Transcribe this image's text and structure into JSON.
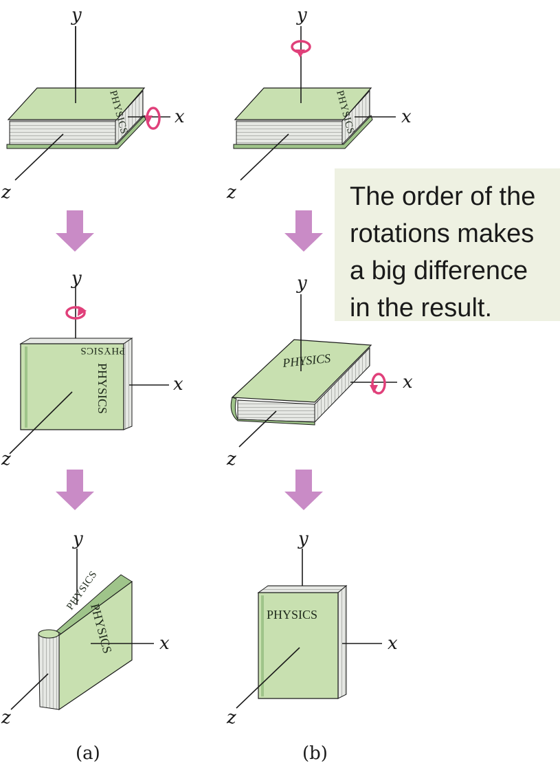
{
  "callout": {
    "lines": [
      "The order of the",
      "rotations makes",
      "a big difference",
      "in the result."
    ],
    "background": "#eef1e2"
  },
  "axes": {
    "x": "x",
    "y": "y",
    "z": "z"
  },
  "book_title": "PHYSICS",
  "panels": {
    "a": "(a)",
    "b": "(b)"
  },
  "colors": {
    "book_cover": "#c8e0b0",
    "book_cover_dark": "#9fc48a",
    "pages": "#e4e6e2",
    "rotation_arrow": "#e0407a",
    "step_arrow": "#c98bc6",
    "outline": "#1a1a1a"
  },
  "icons": [
    "rotation-arrow-icon",
    "down-arrow-icon",
    "book-icon"
  ]
}
